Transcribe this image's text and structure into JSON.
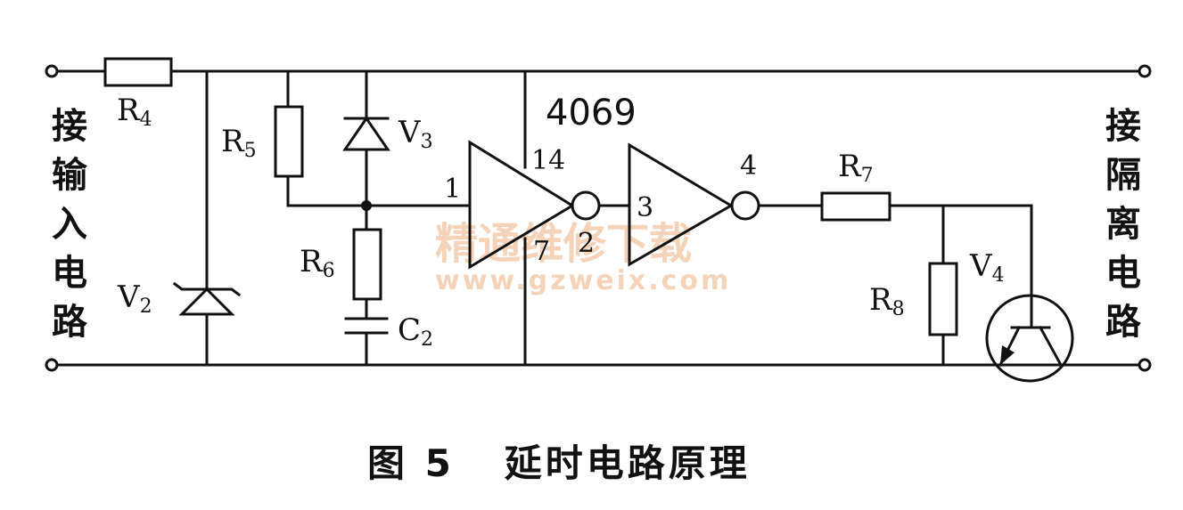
{
  "caption": "图 5   延时电路原理",
  "left_label": [
    "接",
    "输",
    "入",
    "电",
    "路"
  ],
  "right_label": [
    "接",
    "隔",
    "离",
    "电",
    "路"
  ],
  "ic": "4069",
  "components": {
    "R4": {
      "main": "R",
      "sub": "4"
    },
    "R5": {
      "main": "R",
      "sub": "5"
    },
    "R6": {
      "main": "R",
      "sub": "6"
    },
    "R7": {
      "main": "R",
      "sub": "7"
    },
    "R8": {
      "main": "R",
      "sub": "8"
    },
    "V2": {
      "main": "V",
      "sub": "2"
    },
    "V3": {
      "main": "V",
      "sub": "3"
    },
    "V4": {
      "main": "V",
      "sub": "4"
    },
    "C2": {
      "main": "C",
      "sub": "2"
    }
  },
  "pins": {
    "p1": "1",
    "p14": "14",
    "p2": "2",
    "p7": "7",
    "p3": "3",
    "p4": "4"
  },
  "watermark": {
    "cn": "精通维修下载",
    "url": "www.gzweix.com"
  }
}
